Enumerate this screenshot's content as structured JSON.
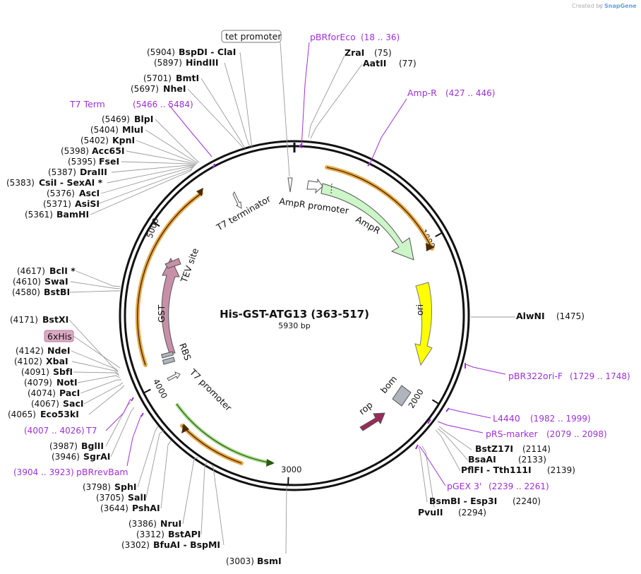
{
  "credit": {
    "prefix": "Created by",
    "brand": "SnapGene"
  },
  "plasmid": {
    "name": "His-GST-ATG13 (363-517)",
    "length": "5930 bp"
  },
  "ticks": [
    {
      "pos": 1000,
      "label": "1000"
    },
    {
      "pos": 2000,
      "label": "2000"
    },
    {
      "pos": 3000,
      "label": "3000"
    },
    {
      "pos": 4000,
      "label": "4000"
    },
    {
      "pos": 5000,
      "label": "5000"
    }
  ],
  "enzymes": [
    {
      "num": "(5904)",
      "name": "BspDI",
      "alias": "ClaI"
    },
    {
      "num": "(5897)",
      "name": "HindIII"
    },
    {
      "num": "(5701)",
      "name": "BmtI"
    },
    {
      "num": "(5697)",
      "name": "NheI"
    },
    {
      "num": "(5469)",
      "name": "BlpI"
    },
    {
      "num": "(5404)",
      "name": "MluI"
    },
    {
      "num": "(5402)",
      "name": "KpnI"
    },
    {
      "num": "(5398)",
      "name": "Acc65I"
    },
    {
      "num": "(5395)",
      "name": "FseI"
    },
    {
      "num": "(5387)",
      "name": "DraIII"
    },
    {
      "num": "(5383)",
      "name": "CsiI",
      "alias": "SexAI *"
    },
    {
      "num": "(5376)",
      "name": "AscI"
    },
    {
      "num": "(5371)",
      "name": "AsiSI"
    },
    {
      "num": "(5361)",
      "name": "BamHI"
    },
    {
      "num": "(4617)",
      "name": "BclI *"
    },
    {
      "num": "(4610)",
      "name": "SwaI"
    },
    {
      "num": "(4580)",
      "name": "BstBI"
    },
    {
      "num": "(4171)",
      "name": "BstXI"
    },
    {
      "num": "(4142)",
      "name": "NdeI"
    },
    {
      "num": "(4102)",
      "name": "XbaI"
    },
    {
      "num": "(4091)",
      "name": "SbfI"
    },
    {
      "num": "(4079)",
      "name": "NotI"
    },
    {
      "num": "(4074)",
      "name": "PacI"
    },
    {
      "num": "(4067)",
      "name": "SacI"
    },
    {
      "num": "(4065)",
      "name": "Eco53kI"
    },
    {
      "num": "(3987)",
      "name": "BglII"
    },
    {
      "num": "(3946)",
      "name": "SgrAI"
    },
    {
      "num": "(3798)",
      "name": "SphI"
    },
    {
      "num": "(3705)",
      "name": "SalI"
    },
    {
      "num": "(3644)",
      "name": "PshAI"
    },
    {
      "num": "(3386)",
      "name": "NruI"
    },
    {
      "num": "(3312)",
      "name": "BstAPI"
    },
    {
      "num": "(3302)",
      "name": "BfuAI",
      "alias": "BspMI"
    },
    {
      "num": "(3003)",
      "name": "BsmI"
    },
    {
      "num": "(75)",
      "name": "ZraI"
    },
    {
      "num": "(77)",
      "name": "AatII"
    },
    {
      "num": "(1475)",
      "name": "AlwNI"
    },
    {
      "num": "(2114)",
      "name": "BstZ17I"
    },
    {
      "num": "(2133)",
      "name": "BsaAI"
    },
    {
      "num": "(2139)",
      "name": "PflFI",
      "alias": "Tth111I"
    },
    {
      "num": "(2240)",
      "name": "BsmBI",
      "alias": "Esp3I"
    },
    {
      "num": "(2294)",
      "name": "PvuII"
    }
  ],
  "primers": [
    {
      "name": "pBRforEco",
      "range": "(18 .. 36)"
    },
    {
      "name": "Amp-R",
      "range": "(427 .. 446)"
    },
    {
      "name": "T7 Term",
      "range": "(5466 .. 5484)"
    },
    {
      "name": "T7",
      "range": "(4007 .. 4026)"
    },
    {
      "name": "pBRrevBam",
      "range": "(3904 .. 3923)"
    },
    {
      "name": "pBR322ori-F",
      "range": "(1729 .. 1748)"
    },
    {
      "name": "L4440",
      "range": "(1982 .. 1999)"
    },
    {
      "name": "pRS-marker",
      "range": "(2079 .. 2098)"
    },
    {
      "name": "pGEX 3'",
      "range": "(2239 .. 2261)"
    }
  ],
  "boxed_features": {
    "tet": "tet promoter",
    "his": "6xHis"
  },
  "features": {
    "t7term": "T7 terminator",
    "ampr_promoter": "AmpR promoter",
    "ampr": "AmpR",
    "ori": "ori",
    "bom": "bom",
    "rop": "rop",
    "gst": "GST",
    "tev": "TEV site",
    "rbs": "RBS",
    "t7prom": "T7 promoter"
  },
  "colors": {
    "ampr": "#ccf5c8",
    "ori": "#ffff00",
    "gst": "#c890a8",
    "rop": "#9a2a5a",
    "bom": "#b0b4bc",
    "orf_highlight": "#f5c88a",
    "primer": "#a030d8",
    "his_box": "#dcaac4"
  }
}
